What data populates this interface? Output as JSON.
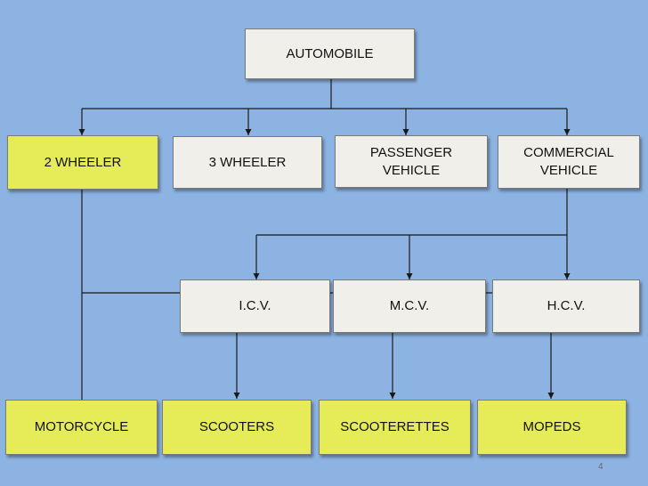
{
  "root": "AUTOMOBILE",
  "categories": [
    "2 WHEELER",
    "3 WHEELER",
    "PASSENGER\nVEHICLE",
    "COMMERCIAL\nVEHICLE"
  ],
  "commercial_types": [
    "I.C.V.",
    "M.C.V.",
    "H.C.V."
  ],
  "two_wheeler_types": [
    "MOTORCYCLE",
    "SCOOTERS",
    "SCOOTERETTES",
    "MOPEDS"
  ],
  "page_number": "4",
  "colors": {
    "background": "#8db3e2",
    "box_fill": "#f0efe9",
    "highlight_fill": "#e6ec58",
    "line": "#1a1a1a"
  }
}
